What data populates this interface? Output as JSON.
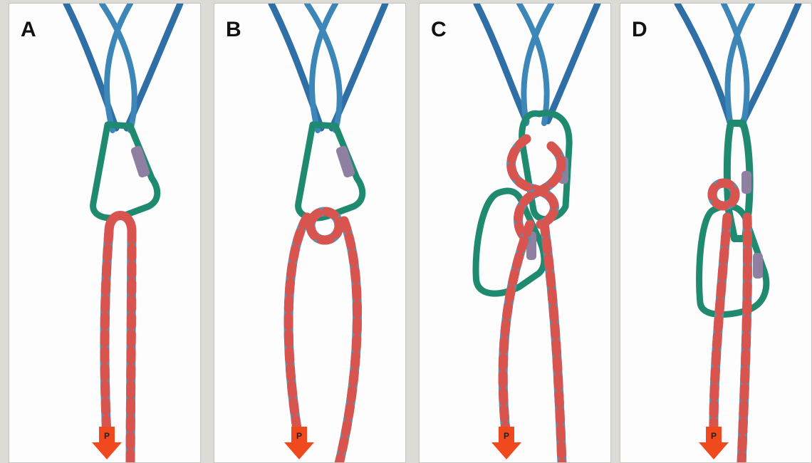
{
  "panels": [
    {
      "label": "A",
      "arrow_letter": "P"
    },
    {
      "label": "B",
      "arrow_letter": "P"
    },
    {
      "label": "C",
      "arrow_letter": "P"
    },
    {
      "label": "D",
      "arrow_letter": "P"
    }
  ],
  "colors": {
    "background": "#dcdbd6",
    "panel": "#fdfdfd",
    "anchor_rope": "#2f6fa6",
    "rope_stripe_a": "#d8554f",
    "rope_stripe_b": "#5b8fb0",
    "carabiner": "#1f8a6f",
    "gate": "#8f7fa0",
    "arrow": "#f0491e"
  },
  "icons": [
    "anchor-rope",
    "carabiner",
    "load-arrow-icon"
  ]
}
